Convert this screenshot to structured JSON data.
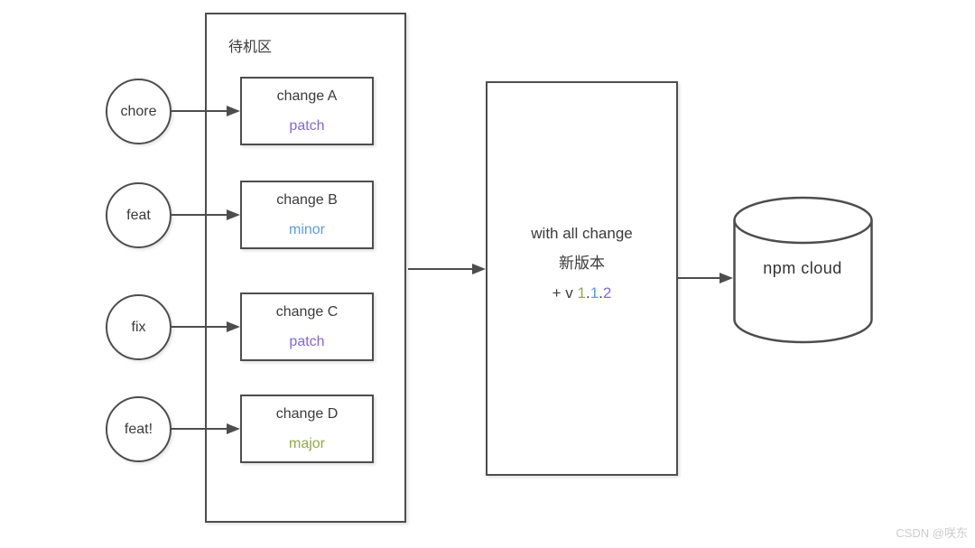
{
  "colors": {
    "stroke": "#4d4d4d",
    "text": "#3a3a3a",
    "patch": "#8468d8",
    "minor": "#5e9cd8",
    "major": "#93a84e",
    "watermark": "#cccccc"
  },
  "staging": {
    "label": "待机区"
  },
  "sources": [
    {
      "label": "chore"
    },
    {
      "label": "feat"
    },
    {
      "label": "fix"
    },
    {
      "label": "feat!"
    }
  ],
  "changes": [
    {
      "title": "change A",
      "type": "patch"
    },
    {
      "title": "change B",
      "type": "minor"
    },
    {
      "title": "change C",
      "type": "patch"
    },
    {
      "title": "change D",
      "type": "major"
    }
  ],
  "release": {
    "line1": "with all change",
    "line2": "新版本",
    "version": {
      "prefix": "+ v ",
      "major": "1",
      "dot1": ".",
      "minor": "1",
      "dot2": ".",
      "patch": "2"
    }
  },
  "registry": {
    "label": "npm cloud",
    "icon": "database-cylinder-icon"
  },
  "watermark": "CSDN @咲东"
}
